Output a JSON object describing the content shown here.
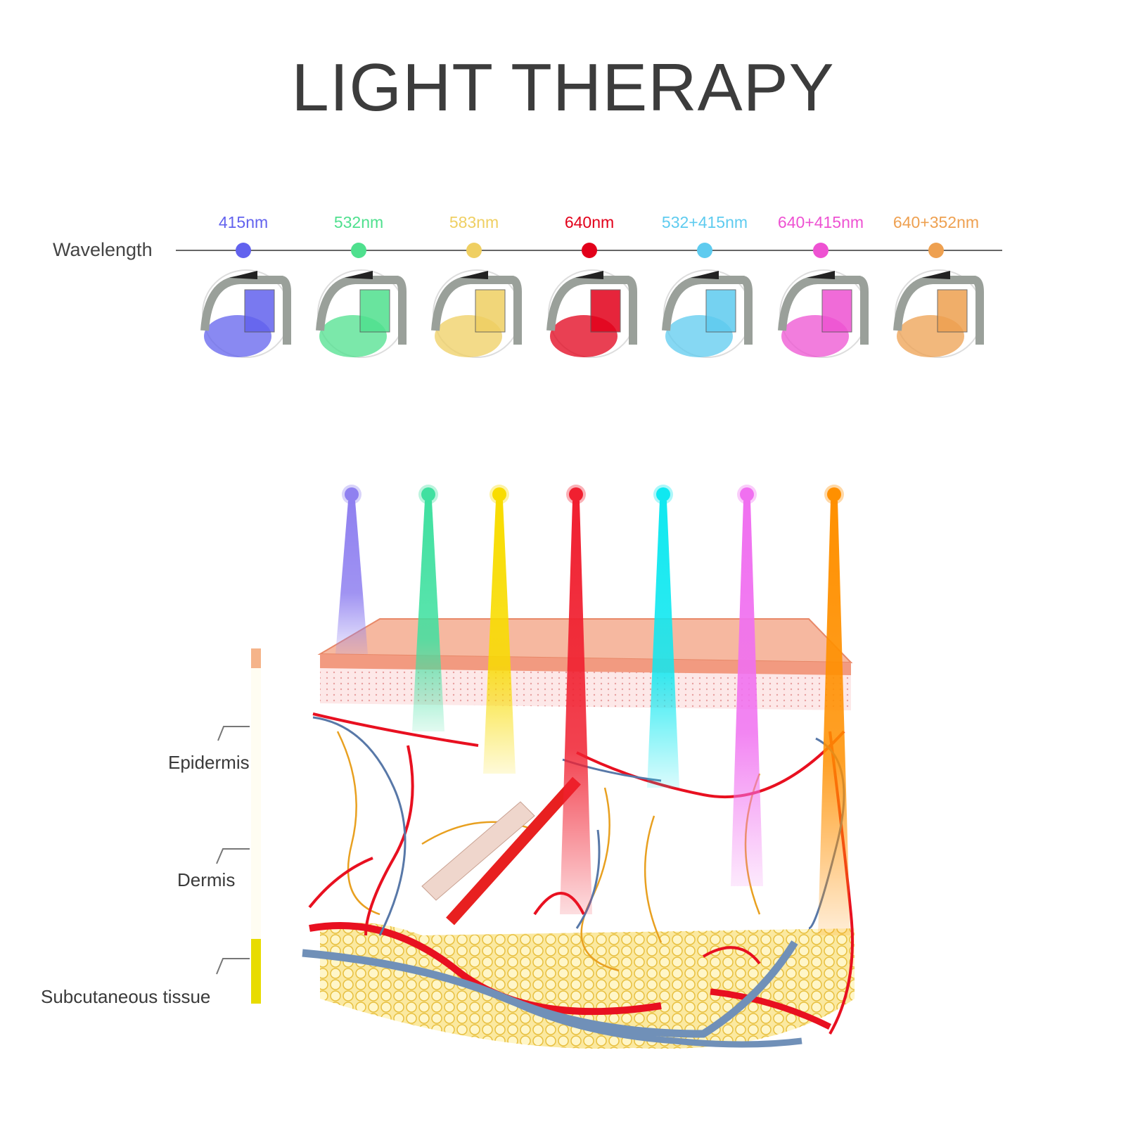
{
  "title": "LIGHT THERAPY",
  "wavelength_label": "Wavelength",
  "lights": [
    {
      "label": "415nm",
      "color": "#6262ee"
    },
    {
      "label": "532nm",
      "color": "#4fe08e"
    },
    {
      "label": "583nm",
      "color": "#efcf62"
    },
    {
      "label": "640nm",
      "color": "#e2001a"
    },
    {
      "label": "532+415nm",
      "color": "#5ecbef"
    },
    {
      "label": "640+415nm",
      "color": "#ee52d2"
    },
    {
      "label": "640+352nm",
      "color": "#eea050"
    }
  ],
  "beam_colors": [
    "#8f80f0",
    "#40e0a0",
    "#f8dc00",
    "#f02030",
    "#10e8f0",
    "#f070f0",
    "#ff9000"
  ],
  "layers": {
    "epidermis": "Epidermis",
    "dermis": "Dermis",
    "subcutaneous": "Subcutaneous tissue"
  }
}
